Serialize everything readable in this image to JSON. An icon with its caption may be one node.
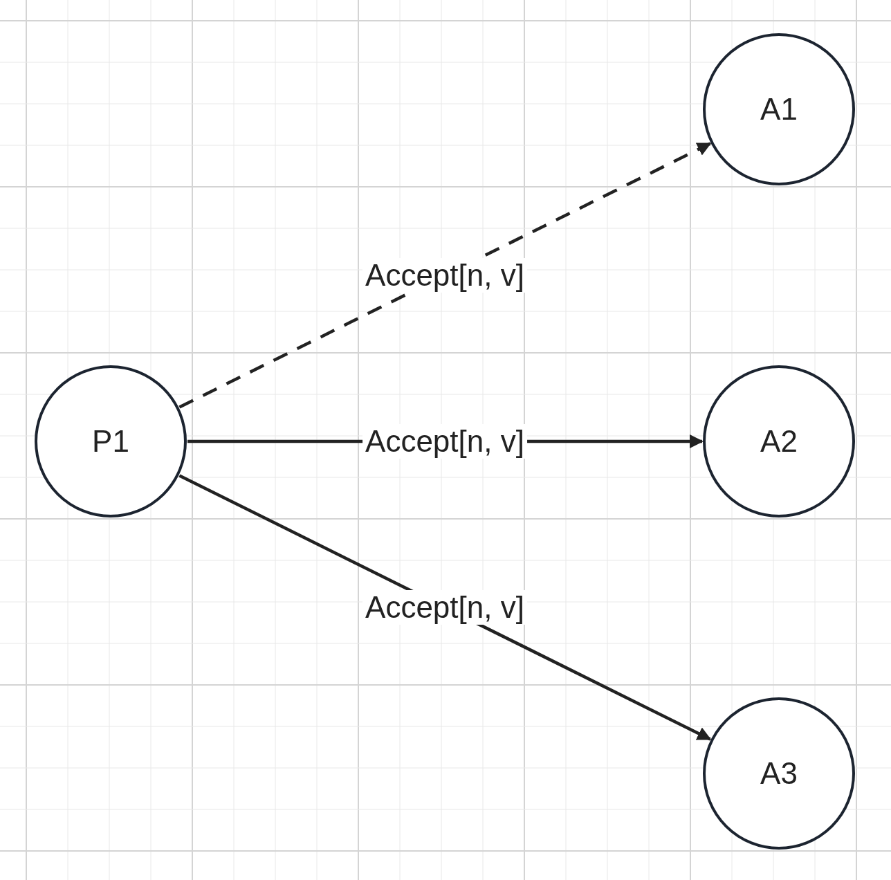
{
  "diagram": {
    "nodes": [
      {
        "text": [
          "P1"
        ]
      },
      {
        "text": [
          "A1"
        ]
      },
      {
        "text": [
          "A2"
        ]
      },
      {
        "text": [
          "A3"
        ]
      }
    ],
    "edges": [
      {
        "from": 0,
        "to": 1,
        "arrow": "to",
        "label": "Accept[n, v]",
        "style": "dashed"
      },
      {
        "from": 0,
        "to": 2,
        "arrow": "to",
        "label": "Accept[n, v]"
      },
      {
        "from": 0,
        "to": 3,
        "arrow": "to",
        "label": "Accept[n, v]"
      }
    ]
  }
}
